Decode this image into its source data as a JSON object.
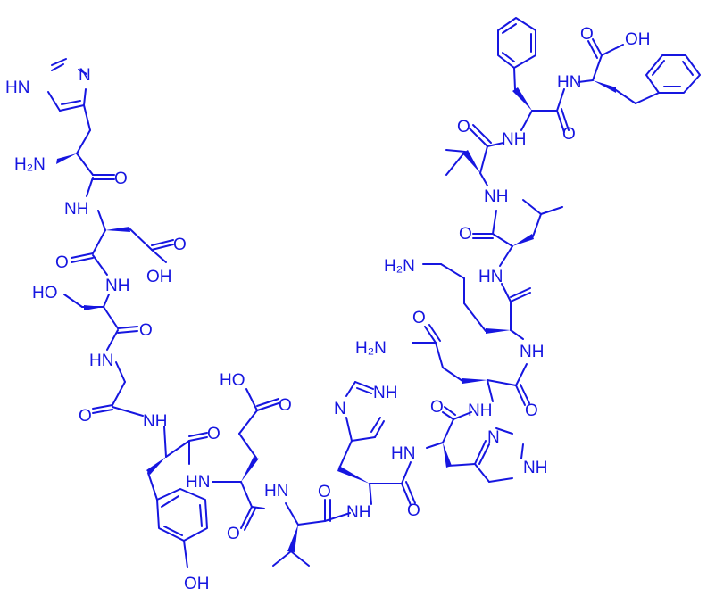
{
  "structure": {
    "color": "#1616e0",
    "atom_labels": [
      {
        "id": "his1-hn",
        "text": "HN"
      },
      {
        "id": "his1-n",
        "text": "N"
      },
      {
        "id": "his1-nh2",
        "text": "H₂N"
      },
      {
        "id": "his1-o",
        "text": "O"
      },
      {
        "id": "asp-nh",
        "text": "NH"
      },
      {
        "id": "asp-o",
        "text": "O"
      },
      {
        "id": "asp-cooh-o",
        "text": "O"
      },
      {
        "id": "asp-oh",
        "text": "OH"
      },
      {
        "id": "ser-nh",
        "text": "NH"
      },
      {
        "id": "ser-ho",
        "text": "HO"
      },
      {
        "id": "ser-o",
        "text": "O"
      },
      {
        "id": "gly-hn",
        "text": "HN"
      },
      {
        "id": "gly-o",
        "text": "O"
      },
      {
        "id": "tyr-nh",
        "text": "NH"
      },
      {
        "id": "tyr-o",
        "text": "O"
      },
      {
        "id": "tyr-oh",
        "text": "OH"
      },
      {
        "id": "glu-ho",
        "text": "HO"
      },
      {
        "id": "glu-o1",
        "text": "O"
      },
      {
        "id": "glu-hn",
        "text": "HN"
      },
      {
        "id": "glu-o2",
        "text": "O"
      },
      {
        "id": "val-hn",
        "text": "HN"
      },
      {
        "id": "val-o",
        "text": "O"
      },
      {
        "id": "his2-n",
        "text": "N"
      },
      {
        "id": "his2-nh-ring",
        "text": "NH"
      },
      {
        "id": "his2-nh",
        "text": "NH"
      },
      {
        "id": "his2-o",
        "text": "O"
      },
      {
        "id": "his3-hn",
        "text": "HN"
      },
      {
        "id": "his3-n",
        "text": "N"
      },
      {
        "id": "his3-nh-ring",
        "text": "NH"
      },
      {
        "id": "gln-o",
        "text": "O"
      },
      {
        "id": "gln-nh",
        "text": "NH"
      },
      {
        "id": "gln-nh2",
        "text": "H₂N"
      },
      {
        "id": "gln-amide-o",
        "text": "O"
      },
      {
        "id": "lys-nh",
        "text": "NH"
      },
      {
        "id": "lys-nh2",
        "text": "H₂N"
      },
      {
        "id": "lys-o",
        "text": "O"
      },
      {
        "id": "leu-hn",
        "text": "HN"
      },
      {
        "id": "leu-o",
        "text": "O"
      },
      {
        "id": "val2-nh",
        "text": "NH"
      },
      {
        "id": "val2-o",
        "text": "O"
      },
      {
        "id": "phe-nh",
        "text": "NH"
      },
      {
        "id": "phe-o",
        "text": "O"
      },
      {
        "id": "phe2-hn",
        "text": "HN"
      },
      {
        "id": "phe2-o",
        "text": "O"
      },
      {
        "id": "phe2-oh",
        "text": "OH"
      }
    ]
  }
}
